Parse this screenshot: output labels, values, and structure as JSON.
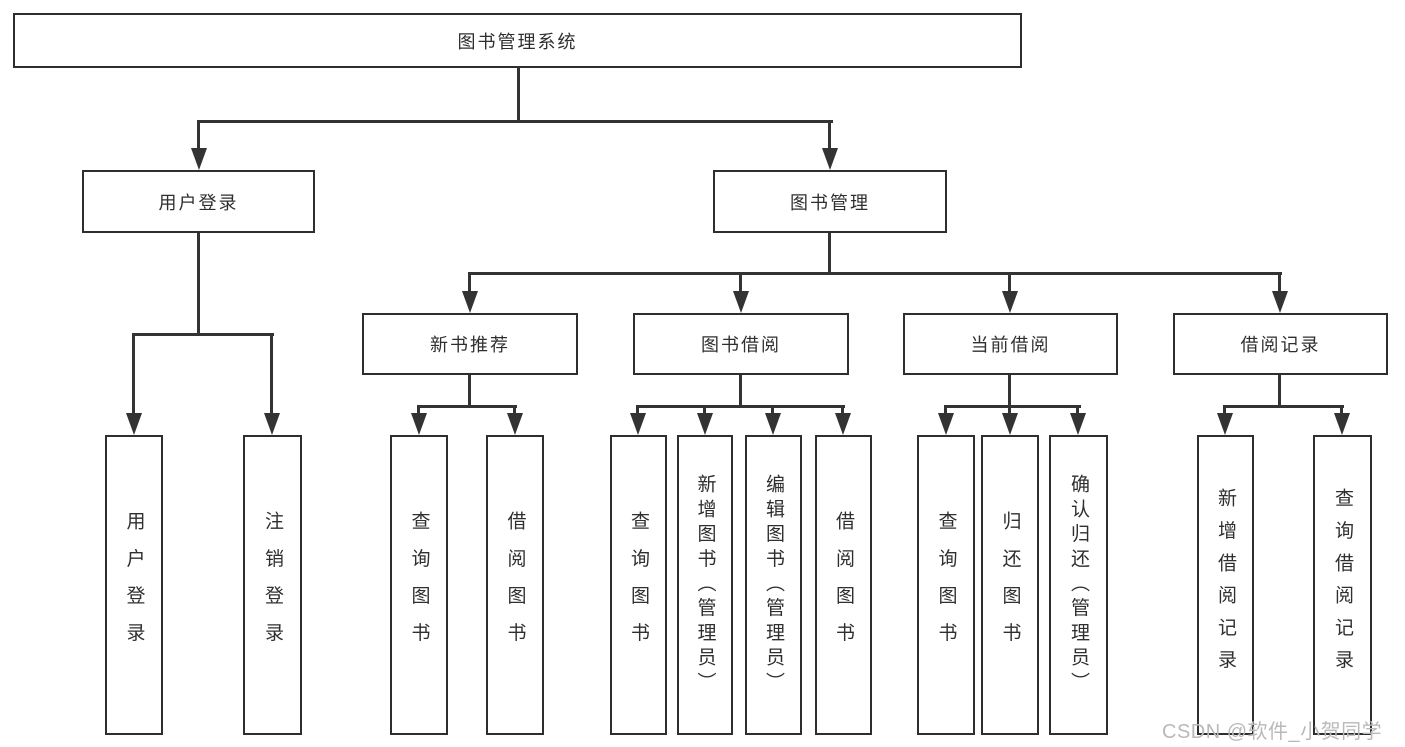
{
  "root": {
    "label": "图书管理系统"
  },
  "level2": [
    {
      "label": "用户登录"
    },
    {
      "label": "图书管理"
    }
  ],
  "level3": [
    {
      "label": "新书推荐"
    },
    {
      "label": "图书借阅"
    },
    {
      "label": "当前借阅"
    },
    {
      "label": "借阅记录"
    }
  ],
  "leaves": {
    "user_login": [
      {
        "label": "用户登录"
      },
      {
        "label": "注销登录"
      }
    ],
    "new_book_recommend": [
      {
        "label": "查询图书"
      },
      {
        "label": "借阅图书"
      }
    ],
    "book_borrow": [
      {
        "label": "查询图书"
      },
      {
        "label": "新增图书（管理员）"
      },
      {
        "label": "编辑图书（管理员）"
      },
      {
        "label": "借阅图书"
      }
    ],
    "current_borrow": [
      {
        "label": "查询图书"
      },
      {
        "label": "归还图书"
      },
      {
        "label": "确认归还（管理员）"
      }
    ],
    "borrow_records": [
      {
        "label": "新增借阅记录"
      },
      {
        "label": "查询借阅记录"
      }
    ]
  },
  "watermark": "CSDN @软件_小贺同学",
  "colors": {
    "line": "#333333",
    "text": "#2f2f2f",
    "box_border": "#2e2e2e",
    "background": "#ffffff",
    "watermark": "#b9b9b9"
  }
}
